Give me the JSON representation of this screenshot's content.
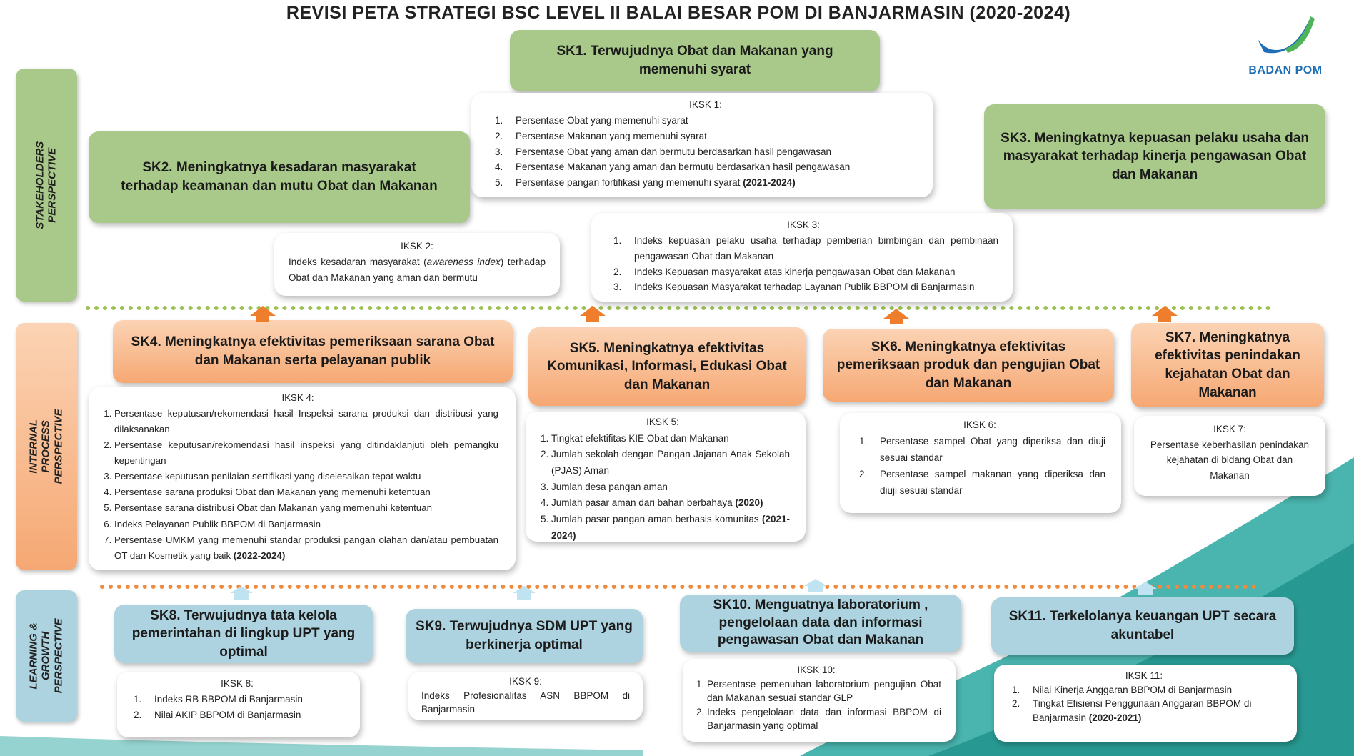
{
  "title": "REVISI PETA STRATEGI BSC LEVEL II BALAI BESAR  POM DI BANJARMASIN (2020-2024)",
  "logo": {
    "text": "BADAN POM",
    "icon": "badan-pom-swoosh-logo"
  },
  "colors": {
    "green": "#a9c98a",
    "orange": "#f6a873",
    "blue": "#acd3df",
    "arrow_orange": "#ee7d2c",
    "teal_wave": "#2aa7a0"
  },
  "perspectives": {
    "stakeholders": "STAKEHOLDERS PERSPECTIVE",
    "internal": "INTERNAL PROCESS PERSPECTIVE",
    "learning": "LEARNING &\nGROWTH\nPERSPECTIVE"
  },
  "sk": {
    "sk1": "SK1. Terwujudnya Obat dan Makanan yang memenuhi syarat",
    "sk2": "SK2. Meningkatnya kesadaran masyarakat terhadap keamanan dan mutu Obat dan Makanan",
    "sk3": "SK3. Meningkatnya kepuasan pelaku usaha dan masyarakat terhadap kinerja pengawasan Obat dan Makanan",
    "sk4": "SK4. Meningkatnya efektivitas pemeriksaan sarana Obat dan Makanan serta pelayanan publik",
    "sk5": "SK5. Meningkatnya efektivitas Komunikasi, Informasi, Edukasi Obat dan Makanan",
    "sk6": "SK6. Meningkatnya efektivitas pemeriksaan produk dan pengujian Obat dan Makanan",
    "sk7": "SK7. Meningkatnya efektivitas penindakan kejahatan Obat dan Makanan",
    "sk8": "SK8. Terwujudnya tata kelola pemerintahan di lingkup UPT yang optimal",
    "sk9": "SK9. Terwujudnya SDM UPT yang berkinerja optimal",
    "sk10": "SK10. Menguatnya laboratorium , pengelolaan data dan informasi pengawasan Obat dan Makanan",
    "sk11": "SK11. Terkelolanya keuangan UPT secara akuntabel"
  },
  "iksk": {
    "iksk1": {
      "heading": "IKSK 1:",
      "items": [
        "Persentase  Obat yang memenuhi  syarat",
        "Persentase  Makanan yang memenuhi  syarat",
        "Persentase  Obat yang aman dan bermutu  berdasarkan  hasil pengawasan",
        "Persentase  Makanan yang aman dan bermutu  berdasarkan  hasil pengawasan",
        "Persentase  pangan  fortifikasi  yang memenuhi  syarat "
      ],
      "item5_bold": "(2021-2024)"
    },
    "iksk2": {
      "heading": "IKSK 2:",
      "text_a": "Indeks   kesadaran   masyarakat   (",
      "text_italic": "awareness   index",
      "text_b": ")  terhadap  Obat dan Makanan yang aman dan bermutu"
    },
    "iksk3": {
      "heading": "IKSK 3:",
      "items": [
        "Indeks   kepuasan   pelaku   usaha   terhadap   pemberian      bimbingan   dan  pembinaan  pengawasan  Obat dan Makanan",
        "Indeks  Kepuasan  masyarakat  atas  kinerja  pengawasan  Obat dan Makanan",
        "Indeks  Kepuasan  Masyarakat  terhadap  Layanan  Publik  BBPOM di Banjarmasin"
      ]
    },
    "iksk4": {
      "heading": "IKSK 4:",
      "items": [
        "Persentase  keputusan/rekomendasi  hasil  Inspeksi  sarana  produksi  dan  distribusi  yang dilaksanakan",
        "Persentase   keputusan/rekomendasi   hasil   inspeksi   yang   ditindaklanjuti   oleh  pemangku  kepentingan",
        "Persentase  keputusan  penilaian  sertifikasi  yang diselesaikan  tepat  waktu",
        "Persentase  sarana  produksi  Obat  dan  Makanan  yang memenuhi  ketentuan",
        "Persentase  sarana  distribusi  Obat  dan  Makanan  yang memenuhi  ketentuan",
        "Indeks  Pelayanan  Publik   BBPOM di Banjarmasin",
        "Persentase  UMKM  yang  memenuhi  standar  produksi  pangan  olahan  dan/atau  pembuatan   OT dan  Kosmetik  yang baik "
      ],
      "item7_bold": "(2022-2024)"
    },
    "iksk5": {
      "heading": "IKSK 5:",
      "items": [
        "Tingkat  efektifitas   KIE  Obat  dan  Makanan",
        "Jumlah  sekolah  dengan  Pangan  Jajanan  Anak  Sekolah  (PJAS) Aman",
        "Jumlah  desa  pangan  aman",
        "Jumlah  pasar  aman  dari  bahan  berbahaya ",
        "Jumlah  pasar  pangan  aman  berbasis  komunitas  "
      ],
      "item4_bold": "(2020)",
      "item5_bold": "(2021-2024)"
    },
    "iksk6": {
      "heading": "IKSK 6:",
      "items": [
        "Persentase  sampel  Obat  yang diperiksa  dan  diuji  sesuai  standar",
        "Persentase  sampel  makanan  yang  diperiksa  dan  diuji  sesuai  standar"
      ]
    },
    "iksk7": {
      "heading": "IKSK 7:",
      "text": "Persentase   keberhasilan   penindakan   kejahatan  di  bidang   Obat  dan  Makanan"
    },
    "iksk8": {
      "heading": "IKSK 8:",
      "items": [
        "Indeks RB  BBPOM di Banjarmasin",
        "Nilai AKIP  BBPOM di Banjarmasin"
      ]
    },
    "iksk9": {
      "heading": "IKSK 9:",
      "text": "Indeks Profesionalitas ASN  BBPOM di Banjarmasin"
    },
    "iksk10": {
      "heading": "IKSK 10:",
      "items": [
        "Persentase  pemenuhan  laboratorium  pengujian  Obat dan  Makanan  sesuai  standar GLP",
        "Indeks   pengelolaan   data   dan   informasi     BBPOM   di  Banjarmasin  yang optimal"
      ]
    },
    "iksk11": {
      "heading": "IKSK 11:",
      "items": [
        "Nilai Kinerja  Anggaran   BBPOM di Banjarmasin",
        "Tingkat Efisiensi  Penggunaan  Anggaran  BBPOM di  Banjarmasin  "
      ],
      "item2_bold": "(2020-2021)"
    }
  }
}
